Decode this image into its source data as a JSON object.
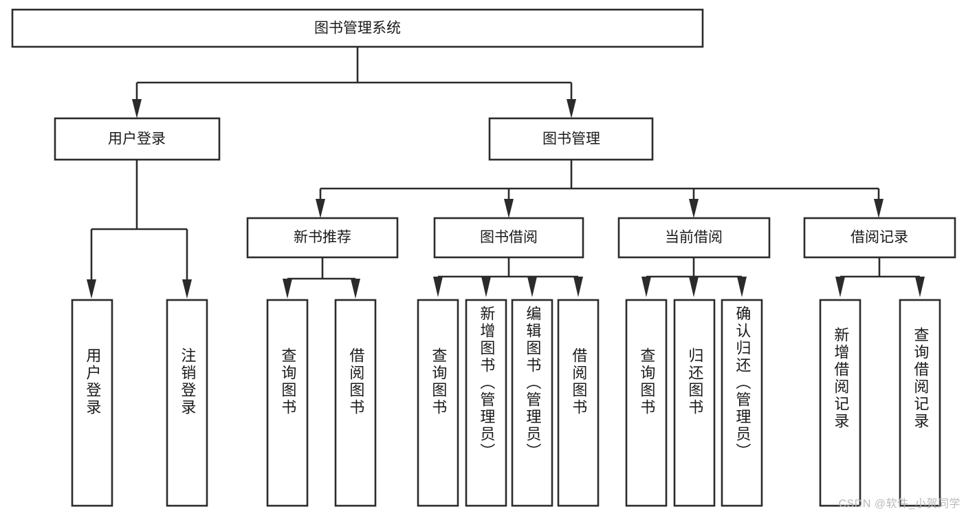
{
  "diagram": {
    "type": "hierarchy-tree",
    "title": "图书管理系统",
    "root": {
      "id": "root",
      "label": "图书管理系统"
    },
    "level2": [
      {
        "id": "user-login",
        "label": "用户登录"
      },
      {
        "id": "book-manage",
        "label": "图书管理"
      }
    ],
    "level3": [
      {
        "id": "new-book-rec",
        "label": "新书推荐",
        "parent": "book-manage"
      },
      {
        "id": "book-borrow",
        "label": "图书借阅",
        "parent": "book-manage"
      },
      {
        "id": "current-borrow",
        "label": "当前借阅",
        "parent": "book-manage"
      },
      {
        "id": "borrow-record",
        "label": "借阅记录",
        "parent": "book-manage"
      }
    ],
    "leaves": [
      {
        "id": "leaf-user-login",
        "label": "用户登录",
        "parent": "user-login"
      },
      {
        "id": "leaf-user-logout",
        "label": "注销登录",
        "parent": "user-login"
      },
      {
        "id": "leaf-rec-query-book",
        "label": "查询图书",
        "parent": "new-book-rec"
      },
      {
        "id": "leaf-rec-borrow-book",
        "label": "借阅图书",
        "parent": "new-book-rec"
      },
      {
        "id": "leaf-bb-query-book",
        "label": "查询图书",
        "parent": "book-borrow"
      },
      {
        "id": "leaf-bb-add-book",
        "label": "新增图书（管理员）",
        "parent": "book-borrow"
      },
      {
        "id": "leaf-bb-edit-book",
        "label": "编辑图书（管理员）",
        "parent": "book-borrow"
      },
      {
        "id": "leaf-bb-borrow-book",
        "label": "借阅图书",
        "parent": "book-borrow"
      },
      {
        "id": "leaf-cb-query-book",
        "label": "查询图书",
        "parent": "current-borrow"
      },
      {
        "id": "leaf-cb-return-book",
        "label": "归还图书",
        "parent": "current-borrow"
      },
      {
        "id": "leaf-cb-confirm-return",
        "label": "确认归还（管理员）",
        "parent": "current-borrow"
      },
      {
        "id": "leaf-br-add-record",
        "label": "新增借阅记录",
        "parent": "borrow-record"
      },
      {
        "id": "leaf-br-query-record",
        "label": "查询借阅记录",
        "parent": "borrow-record"
      }
    ],
    "colors": {
      "box_stroke": "#2b2b2b",
      "box_fill": "#ffffff",
      "text": "#1a1a1a",
      "background": "#ffffff",
      "watermark": "#b9b9b9"
    }
  },
  "watermark": {
    "text": "CSDN @软件_小贺同学"
  }
}
